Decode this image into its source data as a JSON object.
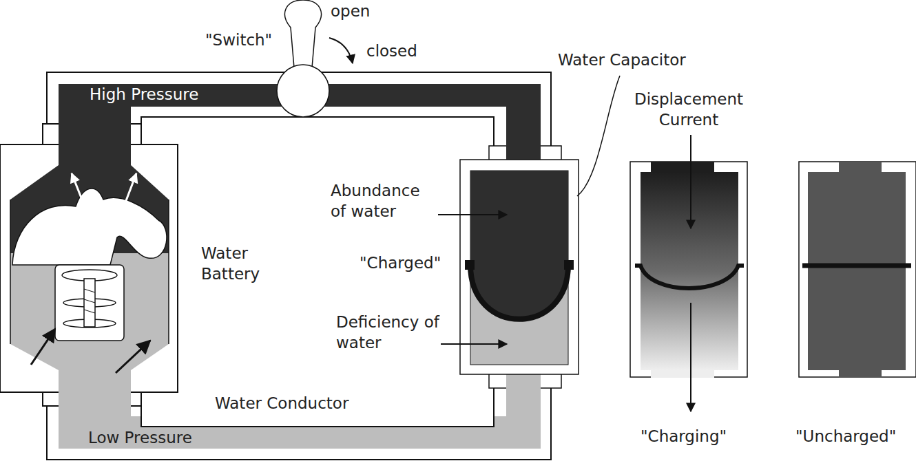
{
  "diagram": {
    "labels": [
      "open",
      "\"Switch\"",
      "closed",
      "High Pressure",
      "Water Capacitor",
      "Displacement Current",
      "Abundance of water",
      "\"Charged\"",
      "Deficiency of water",
      "Water Battery",
      "Water Conductor",
      "Low Pressure",
      "\"Charging\"",
      "\"Uncharged\""
    ]
  }
}
